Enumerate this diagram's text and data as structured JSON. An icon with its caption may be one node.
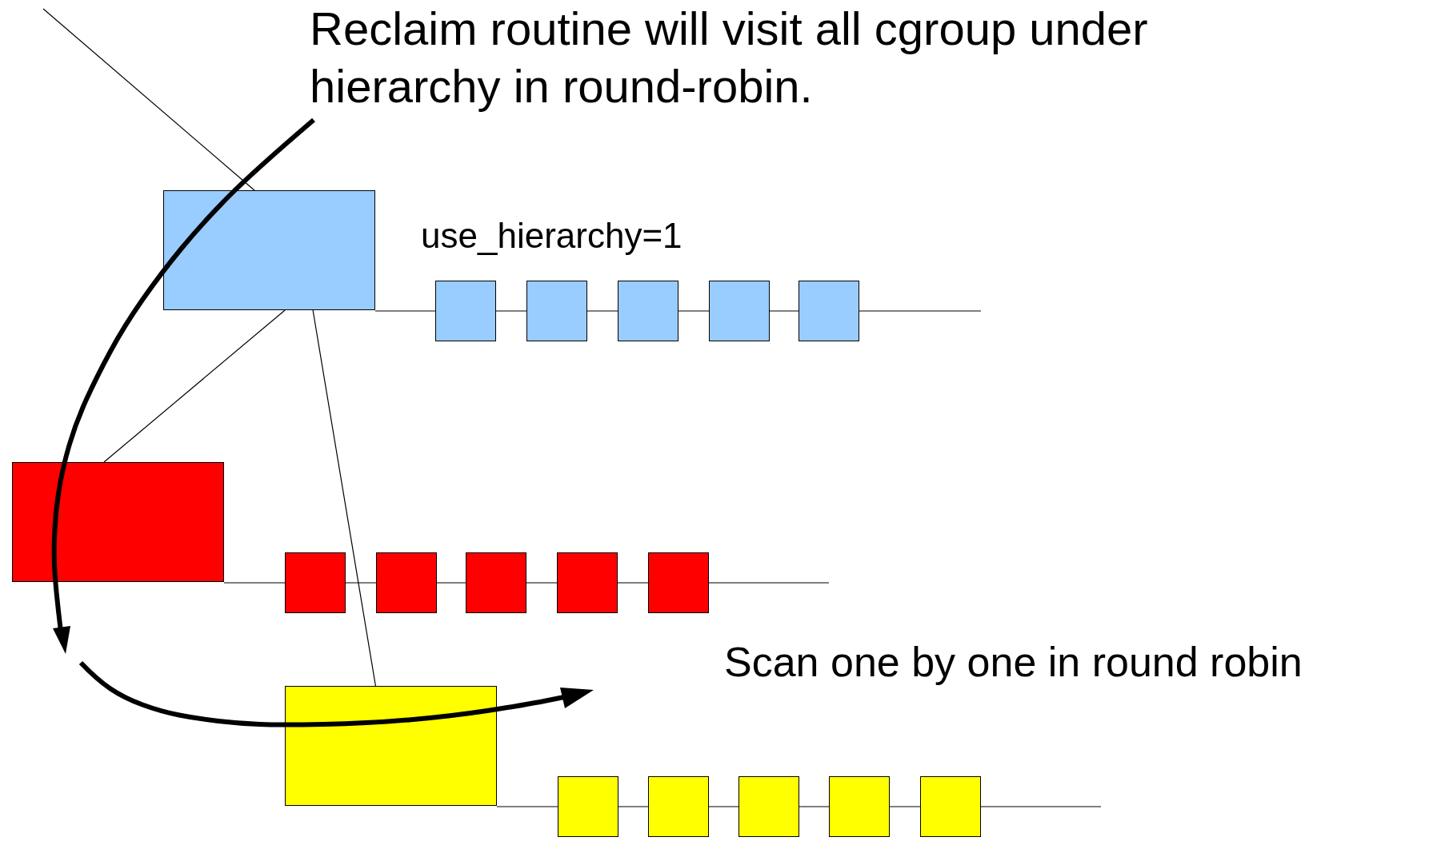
{
  "diagram": {
    "title": "Reclaim routine will visit all cgroup under hierarchy in round-robin.",
    "nodes": [
      {
        "text": [],
        "shape": "box"
      },
      {
        "text": [],
        "shape": "box"
      },
      {
        "text": [],
        "shape": "box"
      },
      {
        "text": [],
        "shape": "box"
      },
      {
        "text": [],
        "shape": "box"
      },
      {
        "text": [],
        "shape": "box"
      },
      {
        "text": [],
        "shape": "box"
      },
      {
        "text": [],
        "shape": "box"
      },
      {
        "text": [],
        "shape": "box"
      },
      {
        "text": [],
        "shape": "box"
      },
      {
        "text": [],
        "shape": "box"
      },
      {
        "text": [],
        "shape": "box"
      },
      {
        "text": [],
        "shape": "box"
      },
      {
        "text": [],
        "shape": "box"
      },
      {
        "text": [],
        "shape": "box"
      },
      {
        "text": [],
        "shape": "box"
      },
      {
        "text": [],
        "shape": "box"
      },
      {
        "text": [],
        "shape": "box"
      }
    ],
    "edges": [
      {
        "from": null,
        "to": 0,
        "arrow": "none"
      },
      {
        "from": 0,
        "to": 1,
        "arrow": "none"
      },
      {
        "from": 1,
        "to": 2,
        "arrow": "none"
      },
      {
        "from": 2,
        "to": 3,
        "arrow": "none"
      },
      {
        "from": 3,
        "to": 4,
        "arrow": "none"
      },
      {
        "from": 4,
        "to": 5,
        "arrow": "none"
      },
      {
        "from": 5,
        "to": null,
        "arrow": "none"
      },
      {
        "from": 0,
        "to": 6,
        "arrow": "none"
      },
      {
        "from": 0,
        "to": 12,
        "arrow": "none"
      },
      {
        "from": 6,
        "to": 7,
        "arrow": "none"
      },
      {
        "from": 7,
        "to": 8,
        "arrow": "none"
      },
      {
        "from": 8,
        "to": 9,
        "arrow": "none"
      },
      {
        "from": 9,
        "to": 10,
        "arrow": "none"
      },
      {
        "from": 10,
        "to": 11,
        "arrow": "none"
      },
      {
        "from": 11,
        "to": null,
        "arrow": "none"
      },
      {
        "from": 12,
        "to": 13,
        "arrow": "none"
      },
      {
        "from": 13,
        "to": 14,
        "arrow": "none"
      },
      {
        "from": 14,
        "to": 15,
        "arrow": "none"
      },
      {
        "from": 15,
        "to": 16,
        "arrow": "none"
      },
      {
        "from": 16,
        "to": 17,
        "arrow": "none"
      },
      {
        "from": 17,
        "to": null,
        "arrow": "none"
      }
    ],
    "labels": [
      "use_hierarchy=1",
      "Scan one by one in round robin"
    ]
  }
}
